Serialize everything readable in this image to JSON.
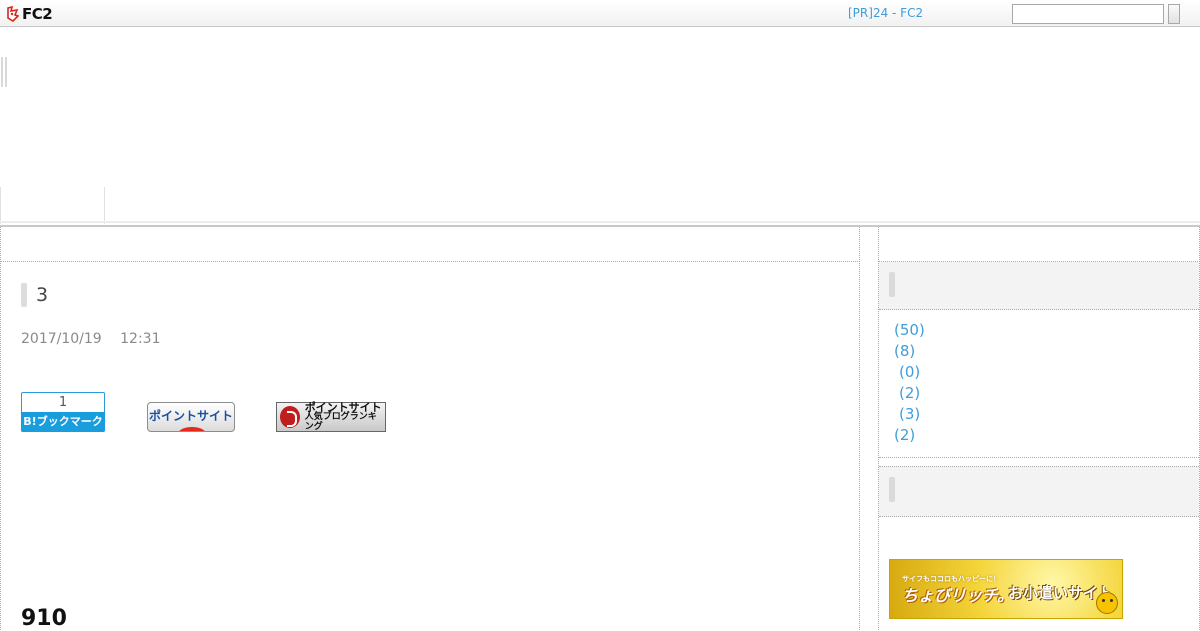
{
  "header": {
    "logo_text": "FC2",
    "pr_link": "[PR]24 - FC2",
    "search": {
      "value": "",
      "placeholder": ""
    }
  },
  "article": {
    "title": "3",
    "date": "2017/10/19 12:31",
    "hatena": {
      "count": "1",
      "label": "B!ブックマーク"
    },
    "point_button": "ポイントサイト",
    "ranking_button": {
      "line1": "ポイントサイト",
      "line2": "人気ブログランキング"
    },
    "footer_number": "910"
  },
  "sidebar": {
    "categories": [
      "(50)",
      "(8)",
      "(0)",
      "(2)",
      "(3)",
      "(2)"
    ],
    "ad": {
      "tagline": "サイフもココロもハッピーに！",
      "brand": "ちょびリッチ。",
      "text": "お小遣いサイト"
    }
  },
  "colors": {
    "link": "#3f9ed9",
    "hatena": "#1a9ddd",
    "border": "#aaaaaa"
  }
}
